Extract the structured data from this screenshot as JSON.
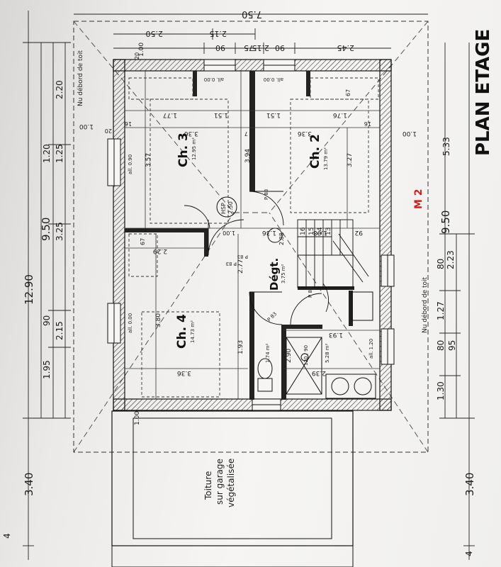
{
  "plan": {
    "title": "PLAN ETAGE",
    "label_m2": "M 2",
    "debord_left": "Nu débord de toit",
    "debord_right": "Nu débord de toit",
    "garage_roof": [
      "Toiture",
      "sur garage",
      "végétalisée"
    ],
    "colors": {
      "ink": "#1a1a1a",
      "red": "#cc2020",
      "paper": "#f2f1ef"
    }
  },
  "rooms": {
    "ch3": {
      "name": "Ch. 3",
      "area": "12.95 m²"
    },
    "ch2": {
      "name": "Ch. 2",
      "area": "13.79 m²"
    },
    "ch4": {
      "name": "Ch. 4",
      "area": "14.73 m²"
    },
    "degt": {
      "name": "Dégt.",
      "area": "3.75 m²"
    },
    "sdb": {
      "area": "5.28 m²"
    },
    "wc": {
      "area": "1.74 m²"
    },
    "hsp": [
      "HSP",
      "2.50"
    ],
    "circle_288": "2.88"
  },
  "dims": {
    "left_total": "12.90",
    "left_mid": "9.50",
    "left_190": "3.40",
    "left_segments": [
      "1.95",
      "90",
      "2.15",
      "3.25",
      "1.20",
      "1.25",
      "2.20"
    ],
    "left_195": "1.95",
    "top_total": "7.50",
    "top_250": "2.50",
    "top_215a": "2.15",
    "top_215b": "2.15",
    "top_90a": "90",
    "top_75": "75",
    "top_90b": "90",
    "top_245": "2.45",
    "right_950": "9.50",
    "right_533": "5.33",
    "right_223": "2.23",
    "right_80a": "80",
    "right_127": "1.27",
    "right_80b": "80",
    "right_95": "95",
    "right_130": "1.30",
    "right_340": "3.40",
    "right_4": "4",
    "left_4": "4",
    "int_336a": "3.36",
    "int_336b": "3.36",
    "int_336c": "3.36",
    "int_394": "3.94",
    "int_357": "3.57",
    "int_327": "3.27",
    "int_380": "3.80",
    "int_229": "2.29",
    "int_277": "2.77",
    "int_193a": "1.93",
    "int_193b": "1.93",
    "int_239": "2.39",
    "int_290": "2.90",
    "int_151a": "1.51",
    "int_151b": "1.51",
    "int_177": "1.77",
    "int_176": "1.76",
    "int_100a": "1.00",
    "int_100b": "1.00",
    "int_100c": "1.00",
    "int_100d": "1.00",
    "int_136": "1.36",
    "int_108": "1.08",
    "int_92": "92",
    "int_67a": "67",
    "int_67b": "67",
    "int_16a": "16",
    "int_16b": "16",
    "int_20a": "20",
    "int_20b": "20",
    "int_7": "7",
    "int_100": "1.00",
    "p83a": "P 83",
    "p83b": "P 83",
    "p83c": "P 83",
    "p83d": "P 83",
    "p83e": "P 83",
    "win_090": "all. 0.90",
    "win_000": "all. 0.00",
    "win_120": "all. 1.20",
    "win_060a": "all. 0.00",
    "win_060b": "all. 0.00",
    "shower": "120 / 90",
    "stairs": [
      "16",
      "15",
      "14",
      "13"
    ]
  }
}
